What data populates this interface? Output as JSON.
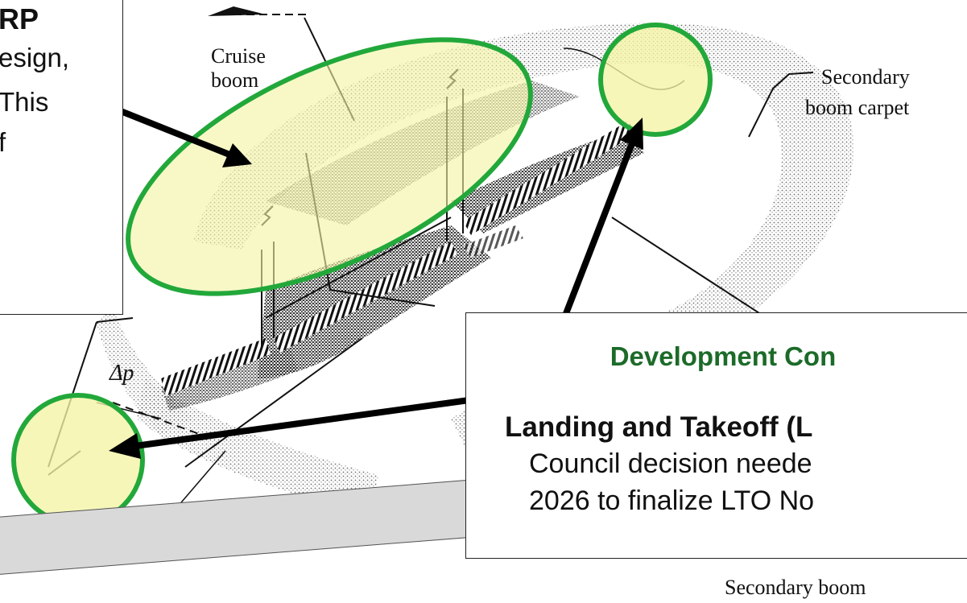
{
  "diagram": {
    "labels": {
      "cruise_boom": [
        "Cruise",
        "boom"
      ],
      "secondary_boom_carpet": [
        "Secondary",
        "boom carpet"
      ],
      "secondary_boom": "Secondary boom",
      "delta_p": "Δp"
    }
  },
  "info_box": {
    "title": "RP",
    "lines": [
      "esign,",
      "This",
      "f"
    ]
  },
  "development_box": {
    "heading": "Development Con",
    "subheading": "Landing and Takeoff (L",
    "body_lines": [
      "Council decision neede",
      "2026 to finalize LTO No"
    ]
  },
  "colors": {
    "highlight_fill": "#f3f3a4",
    "highlight_stroke": "#22a83a",
    "heading_green": "#1c6b29",
    "overlay_gray": "#d9d9d9"
  }
}
